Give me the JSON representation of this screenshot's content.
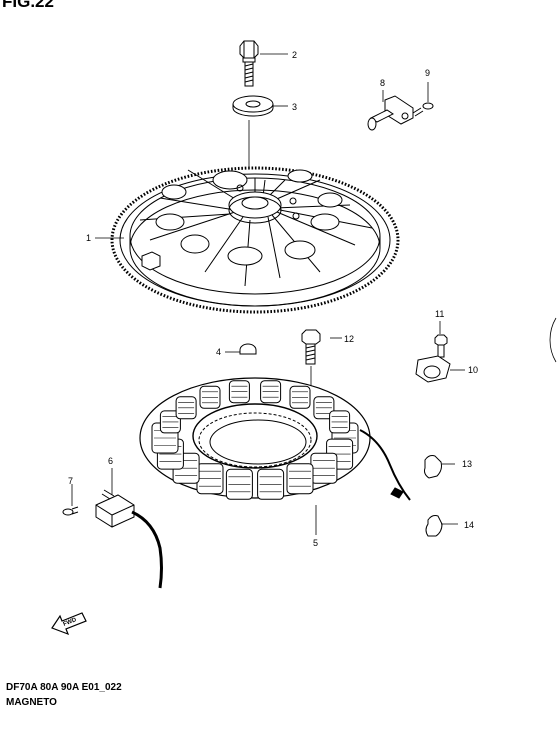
{
  "figure": {
    "title": "FIG.22",
    "model_code": "DF70A 80A 90A E01_022",
    "caption": "MAGNETO",
    "fwd_label": "FWD"
  },
  "callouts": [
    {
      "id": "1",
      "text": "1"
    },
    {
      "id": "2",
      "text": "2"
    },
    {
      "id": "3",
      "text": "3"
    },
    {
      "id": "4",
      "text": "4"
    },
    {
      "id": "5",
      "text": "5"
    },
    {
      "id": "6",
      "text": "6"
    },
    {
      "id": "7",
      "text": "7"
    },
    {
      "id": "8",
      "text": "8"
    },
    {
      "id": "9",
      "text": "9"
    },
    {
      "id": "10",
      "text": "10"
    },
    {
      "id": "11",
      "text": "11"
    },
    {
      "id": "12",
      "text": "12"
    },
    {
      "id": "13",
      "text": "13"
    },
    {
      "id": "14",
      "text": "14"
    }
  ]
}
